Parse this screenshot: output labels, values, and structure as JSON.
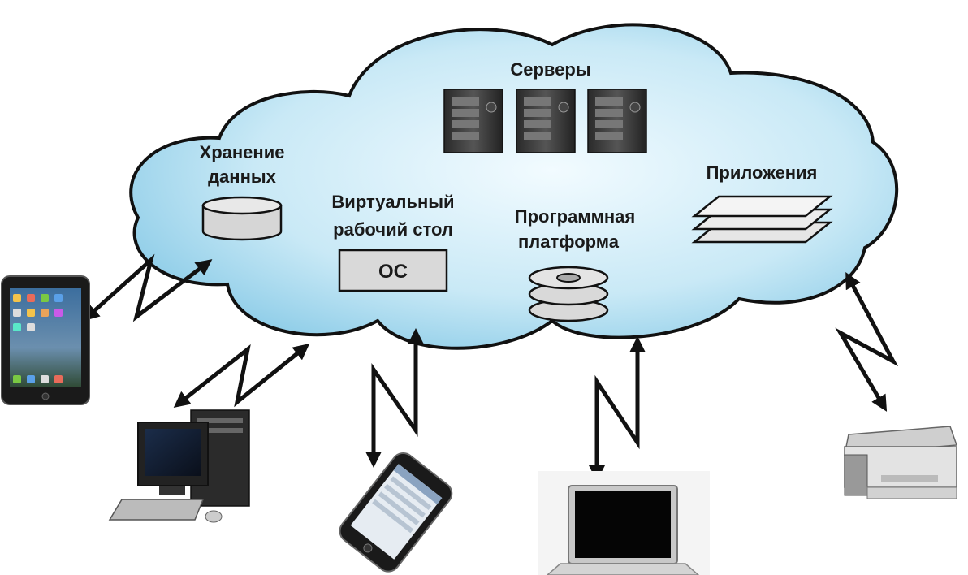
{
  "cloud": {
    "servers_label": "Серверы",
    "storage_label_line1": "Хранение",
    "storage_label_line2": "данных",
    "desktop_label_line1": "Виртуальный",
    "desktop_label_line2": "рабочий стол",
    "os_label": "ОС",
    "platform_label_line1": "Программная",
    "platform_label_line2": "платформа",
    "apps_label": "Приложения"
  },
  "colors": {
    "cloud_center": "#f2fbff",
    "cloud_edge": "#86c9e6",
    "outline": "#111111"
  },
  "devices": [
    "tablet-icon",
    "desktop-computer-icon",
    "smartphone-icon",
    "laptop-icon",
    "printer-icon"
  ]
}
